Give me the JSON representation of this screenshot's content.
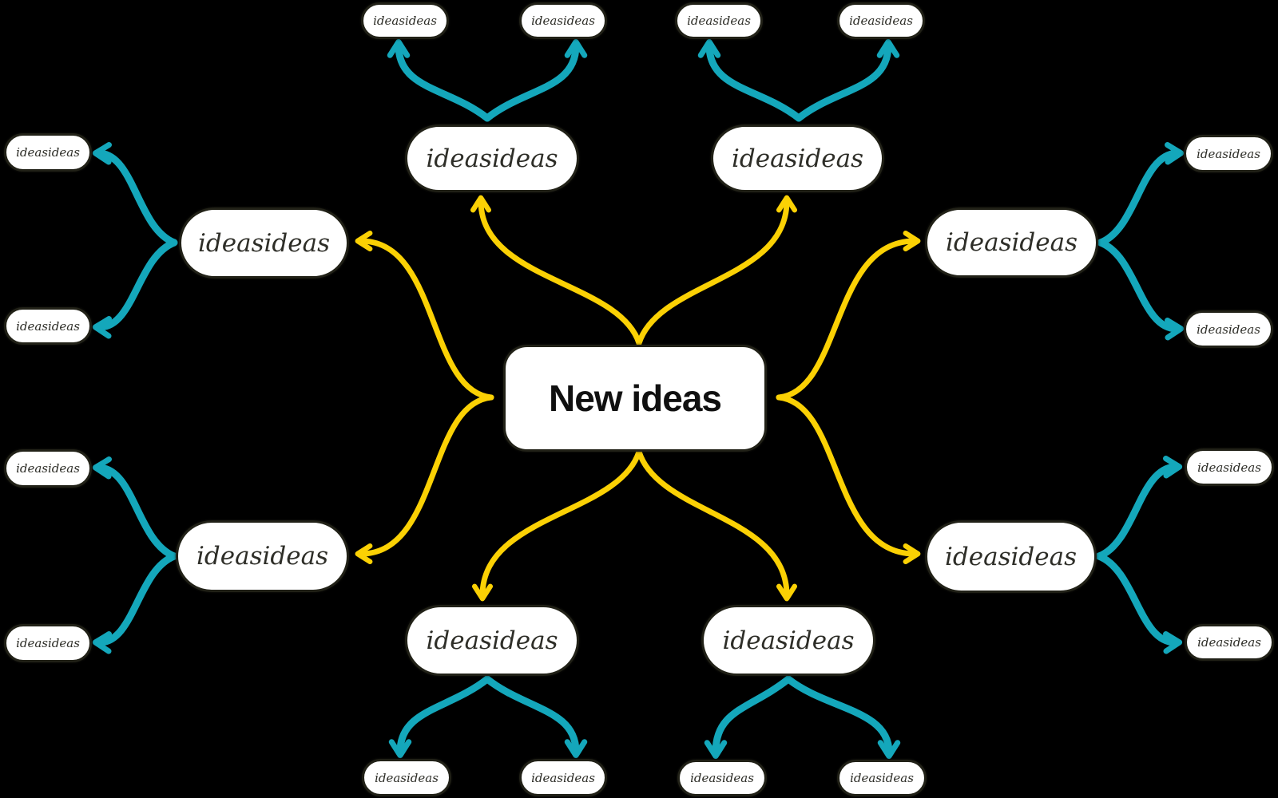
{
  "diagram": {
    "type": "mindmap",
    "center": {
      "label": "New ideas"
    },
    "branches": [
      {
        "label": "ideasideas",
        "children": [
          "ideasideas",
          "ideasideas"
        ]
      },
      {
        "label": "ideasideas",
        "children": [
          "ideasideas",
          "ideasideas"
        ]
      },
      {
        "label": "ideasideas",
        "children": [
          "ideasideas",
          "ideasideas"
        ]
      },
      {
        "label": "ideasideas",
        "children": [
          "ideasideas",
          "ideasideas"
        ]
      },
      {
        "label": "ideasideas",
        "children": [
          "ideasideas",
          "ideasideas"
        ]
      },
      {
        "label": "ideasideas",
        "children": [
          "ideasideas",
          "ideasideas"
        ]
      },
      {
        "label": "ideasideas",
        "children": [
          "ideasideas",
          "ideasideas"
        ]
      },
      {
        "label": "ideasideas",
        "children": [
          "ideasideas",
          "ideasideas"
        ]
      }
    ]
  },
  "colors": {
    "primary_link": "#FBD104",
    "secondary_link": "#14A7BB",
    "node_fill": "#FFFFFF",
    "node_border": "#212117",
    "background": "#000000"
  }
}
